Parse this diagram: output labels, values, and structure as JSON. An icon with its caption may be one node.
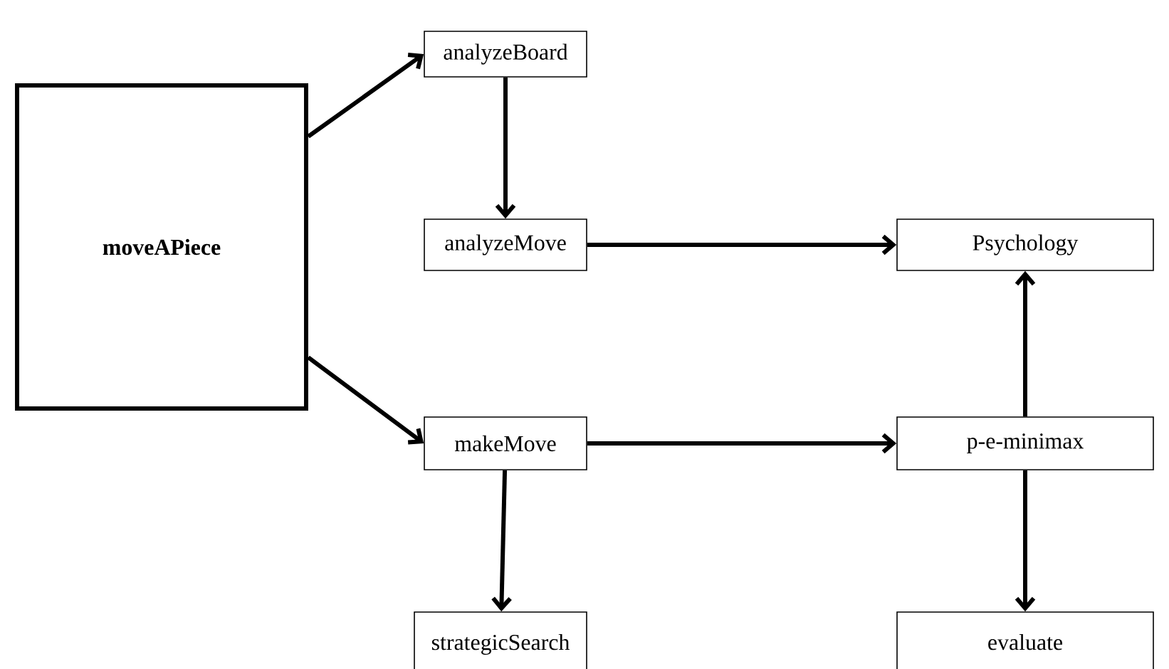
{
  "diagram": {
    "nodes": [
      {
        "text": [
          "moveAPiece"
        ]
      },
      {
        "text": [
          "analyzeBoard"
        ]
      },
      {
        "text": [
          "analyzeMove"
        ]
      },
      {
        "text": [
          "Psychology"
        ]
      },
      {
        "text": [
          "makeMove"
        ]
      },
      {
        "text": [
          "p-e-minimax"
        ]
      },
      {
        "text": [
          "strategicSearch"
        ]
      },
      {
        "text": [
          "evaluate"
        ]
      }
    ],
    "edges": [
      {
        "from": 0,
        "to": 1,
        "arrow": "to"
      },
      {
        "from": 1,
        "to": 2,
        "arrow": "to"
      },
      {
        "from": 2,
        "to": 3,
        "arrow": "to"
      },
      {
        "from": 0,
        "to": 4,
        "arrow": "to"
      },
      {
        "from": 4,
        "to": 5,
        "arrow": "to"
      },
      {
        "from": 5,
        "to": 3,
        "arrow": "to"
      },
      {
        "from": 5,
        "to": 7,
        "arrow": "to"
      },
      {
        "from": 4,
        "to": 6,
        "arrow": "to"
      }
    ]
  }
}
